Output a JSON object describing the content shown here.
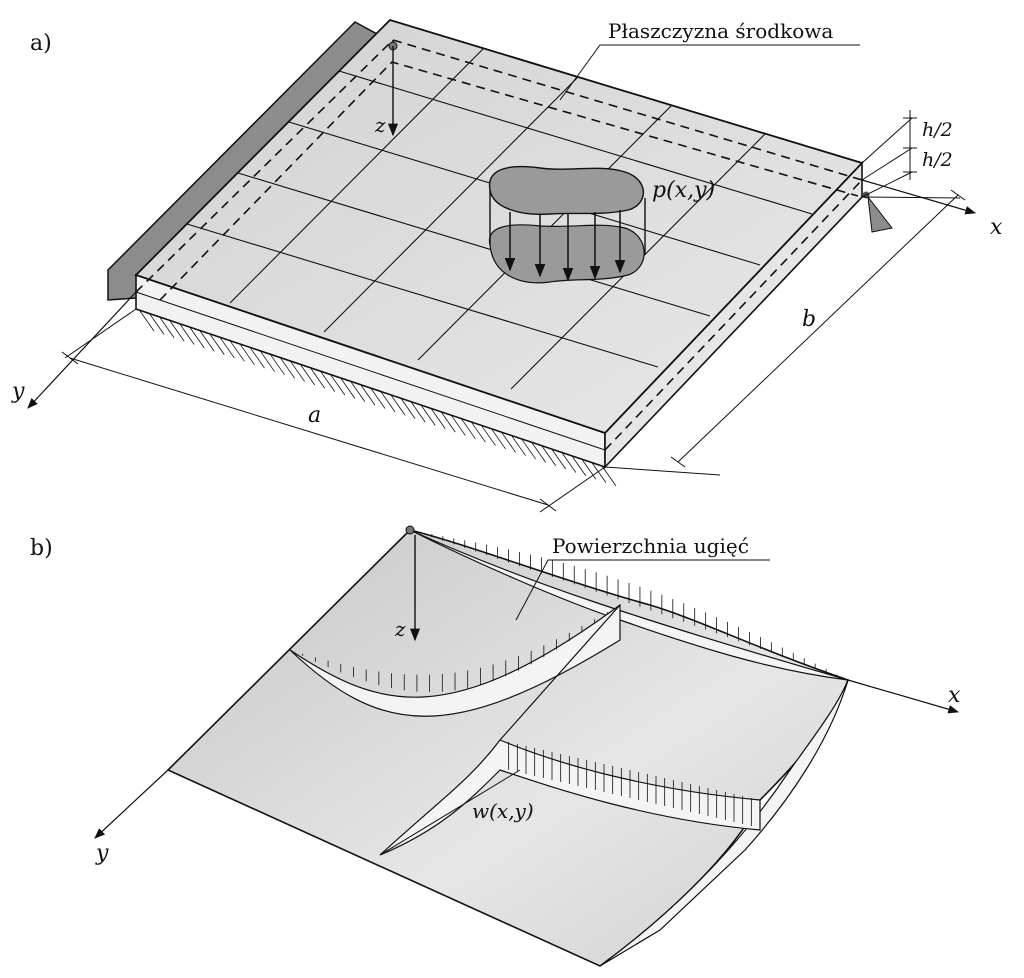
{
  "part_a": {
    "label": "a)",
    "midplane_label": "Płaszczyzna środkowa",
    "load_label": "p(x,y)",
    "half_thickness_top": "h/2",
    "half_thickness_bottom": "h/2",
    "dim_a": "a",
    "dim_b": "b",
    "axis_x": "x",
    "axis_y": "y",
    "axis_z": "z"
  },
  "part_b": {
    "label": "b)",
    "surface_label": "Powierzchnia ugięć",
    "deflection_label": "w(x,y)",
    "axis_x": "x",
    "axis_y": "y",
    "axis_z": "z"
  },
  "colors": {
    "plate_top": "#dcdcdc",
    "plate_side": "#efefef",
    "support": "#8c8c8c",
    "load_patch": "#9a9a9a",
    "surface": "#d4d4d4",
    "line": "#111111"
  }
}
